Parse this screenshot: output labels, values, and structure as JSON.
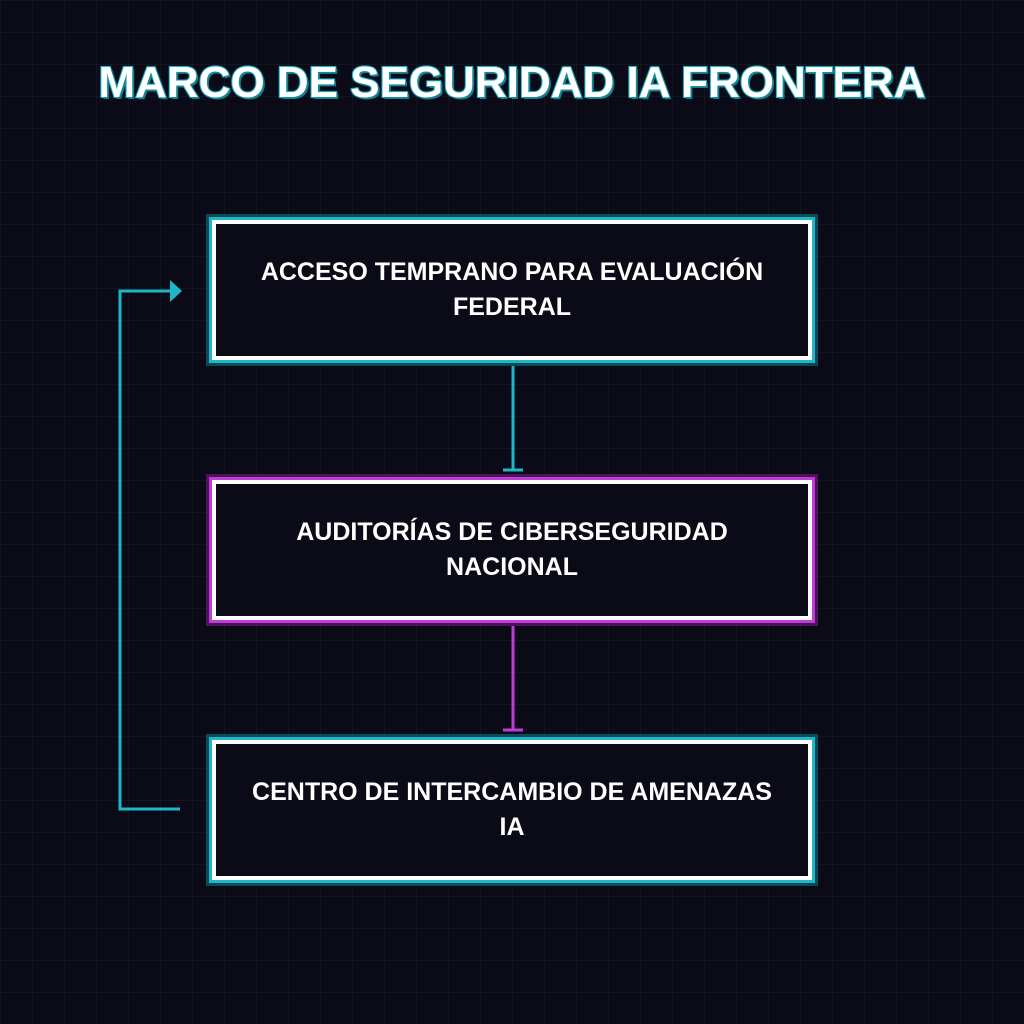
{
  "title": "MARCO DE SEGURIDAD IA FRONTERA",
  "nodes": [
    {
      "label": "ACCESO TEMPRANO PARA EVALUACIÓN FEDERAL",
      "color": "#1fb6c9"
    },
    {
      "label": "AUDITORÍAS DE CIBERSEGURIDAD NACIONAL",
      "color": "#c03cd8"
    },
    {
      "label": "CENTRO DE INTERCAMBIO DE AMENAZAS IA",
      "color": "#1fb6c9"
    }
  ],
  "edges": [
    {
      "from": "ACCESO TEMPRANO PARA EVALUACIÓN FEDERAL",
      "to": "AUDITORÍAS DE CIBERSEGURIDAD NACIONAL",
      "color": "#1fb6c9"
    },
    {
      "from": "AUDITORÍAS DE CIBERSEGURIDAD NACIONAL",
      "to": "CENTRO DE INTERCAMBIO DE AMENAZAS IA",
      "color": "#c03cd8"
    },
    {
      "from": "CENTRO DE INTERCAMBIO DE AMENAZAS IA",
      "to": "ACCESO TEMPRANO PARA EVALUACIÓN FEDERAL",
      "color": "#1fb6c9",
      "style": "feedback-loop"
    }
  ],
  "colors": {
    "background": "#0b0b18",
    "accent_cyan": "#1fb6c9",
    "accent_magenta": "#c03cd8",
    "node_border": "#ffffff"
  }
}
